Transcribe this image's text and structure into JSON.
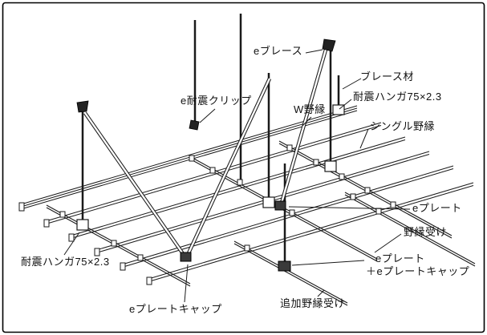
{
  "diagram": {
    "type": "isometric-construction-diagram",
    "subject": "seismic suspended ceiling bracing system",
    "colors": {
      "line": "#1a1a1a",
      "background": "#ffffff",
      "border": "#000000",
      "plate_fill": "#3a3a3a"
    }
  },
  "labels": {
    "e_brace": "eブレース",
    "brace_material": "ブレース材",
    "e_seismic_clip": "e耐震クリップ",
    "w_joist": "W野縁",
    "seismic_hanger_right": "耐震ハンガ75×2.3",
    "single_joist": "シングル野縁",
    "e_plate": "eプレート",
    "joist_receiver": "野縁受け",
    "e_plate_combo_line1": "eプレート",
    "e_plate_combo_line2": "＋eプレートキャップ",
    "seismic_hanger_left": "耐震ハンガ75×2.3",
    "e_plate_cap": "eプレートキャップ",
    "additional_joist_receiver": "追加野縁受け"
  }
}
